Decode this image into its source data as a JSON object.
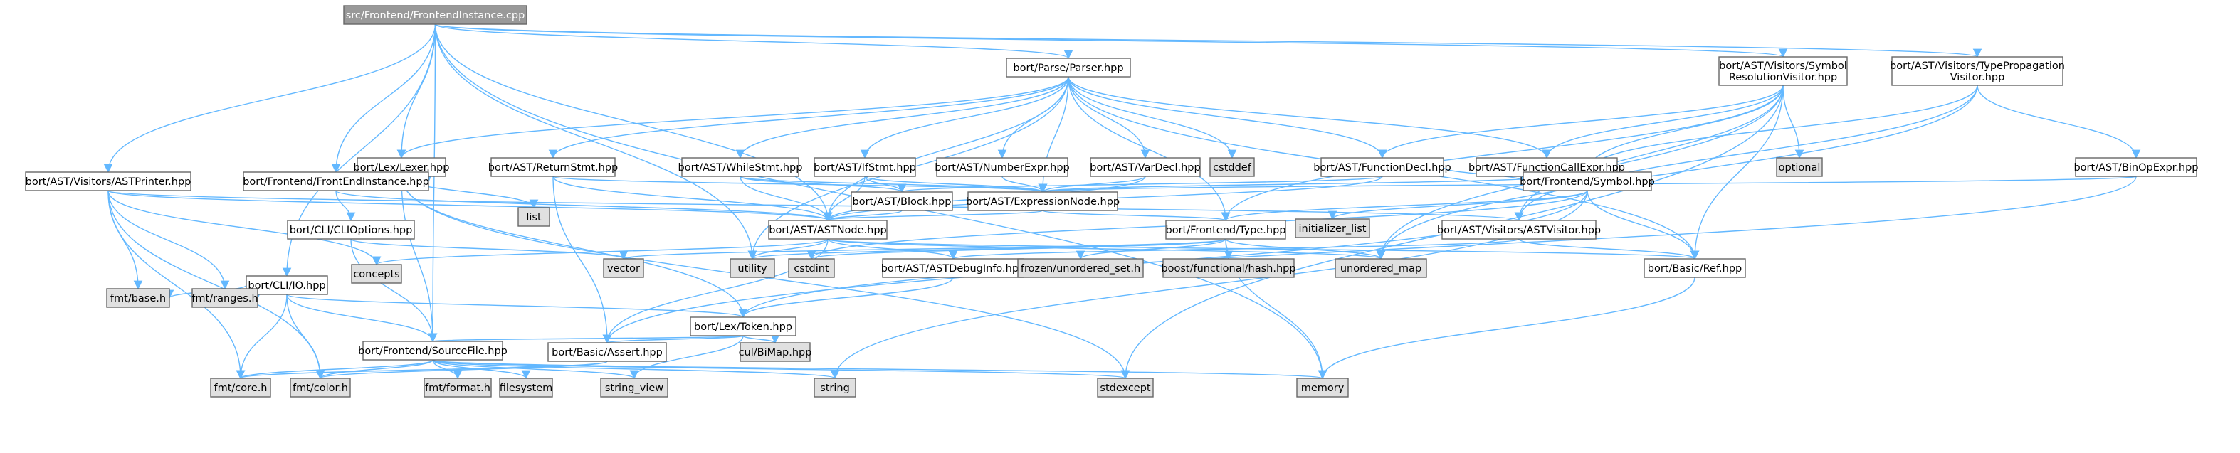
{
  "colors": {
    "root_fill": "#999999",
    "project_fill": "#ffffff",
    "system_fill": "#e0e0e0",
    "border": "#666666",
    "highlight_border": "#ff0000",
    "edge": "#63b8ff"
  },
  "nodes": [
    {
      "id": "n0",
      "label": "src/Frontend/FrontendInstance.cpp",
      "kind": "root"
    },
    {
      "id": "n1",
      "label": "bort/Parse/Parser.hpp",
      "kind": "project"
    },
    {
      "id": "n2",
      "label": "bort/AST/Visitors/Symbol\nResolutionVisitor.hpp",
      "kind": "project"
    },
    {
      "id": "n3",
      "label": "bort/AST/Visitors/TypePropagation\nVisitor.hpp",
      "kind": "project"
    },
    {
      "id": "n4",
      "label": "bort/Lex/Lexer.hpp",
      "kind": "project"
    },
    {
      "id": "n5",
      "label": "bort/AST/ReturnStmt.hpp",
      "kind": "project"
    },
    {
      "id": "n6",
      "label": "bort/AST/WhileStmt.hpp",
      "kind": "project"
    },
    {
      "id": "n7",
      "label": "bort/AST/IfStmt.hpp",
      "kind": "project"
    },
    {
      "id": "n8",
      "label": "bort/AST/NumberExpr.hpp",
      "kind": "project"
    },
    {
      "id": "n9",
      "label": "bort/AST/VarDecl.hpp",
      "kind": "project"
    },
    {
      "id": "n10",
      "label": "cstddef",
      "kind": "system"
    },
    {
      "id": "n11",
      "label": "bort/AST/FunctionDecl.hpp",
      "kind": "project"
    },
    {
      "id": "n12",
      "label": "bort/AST/FunctionCallExpr.hpp",
      "kind": "project"
    },
    {
      "id": "n13",
      "label": "optional",
      "kind": "system"
    },
    {
      "id": "n14",
      "label": "bort/AST/BinOpExpr.hpp",
      "kind": "project"
    },
    {
      "id": "n15",
      "label": "bort/AST/Visitors/ASTPrinter.hpp",
      "kind": "project"
    },
    {
      "id": "n16",
      "label": "bort/Frontend/FrontEndInstance.hpp",
      "kind": "project"
    },
    {
      "id": "n17",
      "label": "list",
      "kind": "system"
    },
    {
      "id": "n18",
      "label": "bort/AST/Block.hpp",
      "kind": "project"
    },
    {
      "id": "n19",
      "label": "bort/AST/ExpressionNode.hpp",
      "kind": "project"
    },
    {
      "id": "n20",
      "label": "bort/Frontend/Symbol.hpp",
      "kind": "project"
    },
    {
      "id": "n21",
      "label": "bort/CLI/CLIOptions.hpp",
      "kind": "project"
    },
    {
      "id": "n22",
      "label": "bort/AST/ASTNode.hpp",
      "kind": "project"
    },
    {
      "id": "n23",
      "label": "bort/Frontend/Type.hpp",
      "kind": "project"
    },
    {
      "id": "n24",
      "label": "initializer_list",
      "kind": "system"
    },
    {
      "id": "n25",
      "label": "bort/AST/Visitors/ASTVisitor.hpp",
      "kind": "project"
    },
    {
      "id": "n26",
      "label": "bort/CLI/IO.hpp",
      "kind": "project"
    },
    {
      "id": "n27",
      "label": "concepts",
      "kind": "system"
    },
    {
      "id": "n28",
      "label": "vector",
      "kind": "system"
    },
    {
      "id": "n29",
      "label": "utility",
      "kind": "system"
    },
    {
      "id": "n30",
      "label": "cstdint",
      "kind": "system"
    },
    {
      "id": "n31",
      "label": "bort/AST/ASTDebugInfo.hpp",
      "kind": "project"
    },
    {
      "id": "n32",
      "label": "frozen/unordered_set.h",
      "kind": "system"
    },
    {
      "id": "n33",
      "label": "boost/functional/hash.hpp",
      "kind": "system"
    },
    {
      "id": "n34",
      "label": "unordered_map",
      "kind": "system"
    },
    {
      "id": "n35",
      "label": "bort/Basic/Ref.hpp",
      "kind": "project"
    },
    {
      "id": "n36",
      "label": "fmt/base.h",
      "kind": "system"
    },
    {
      "id": "n37",
      "label": "fmt/ranges.h",
      "kind": "system"
    },
    {
      "id": "n38",
      "label": "bort/Lex/Token.hpp",
      "kind": "highlight"
    },
    {
      "id": "n39",
      "label": "bort/Frontend/SourceFile.hpp",
      "kind": "project"
    },
    {
      "id": "n40",
      "label": "bort/Basic/Assert.hpp",
      "kind": "highlight"
    },
    {
      "id": "n41",
      "label": "cul/BiMap.hpp",
      "kind": "system"
    },
    {
      "id": "n42",
      "label": "fmt/core.h",
      "kind": "system"
    },
    {
      "id": "n43",
      "label": "fmt/color.h",
      "kind": "system"
    },
    {
      "id": "n44",
      "label": "fmt/format.h",
      "kind": "system"
    },
    {
      "id": "n45",
      "label": "filesystem",
      "kind": "system"
    },
    {
      "id": "n46",
      "label": "string_view",
      "kind": "system"
    },
    {
      "id": "n47",
      "label": "string",
      "kind": "system"
    },
    {
      "id": "n48",
      "label": "stdexcept",
      "kind": "system"
    },
    {
      "id": "n49",
      "label": "memory",
      "kind": "system"
    }
  ],
  "edges": [
    [
      "n0",
      "n1"
    ],
    [
      "n0",
      "n2"
    ],
    [
      "n0",
      "n3"
    ],
    [
      "n0",
      "n4"
    ],
    [
      "n0",
      "n15"
    ],
    [
      "n0",
      "n16"
    ],
    [
      "n0",
      "n26"
    ],
    [
      "n0",
      "n39"
    ],
    [
      "n0",
      "n22"
    ],
    [
      "n0",
      "n29"
    ],
    [
      "n0",
      "n49"
    ],
    [
      "n1",
      "n4"
    ],
    [
      "n1",
      "n5"
    ],
    [
      "n1",
      "n6"
    ],
    [
      "n1",
      "n7"
    ],
    [
      "n1",
      "n8"
    ],
    [
      "n1",
      "n9"
    ],
    [
      "n1",
      "n10"
    ],
    [
      "n1",
      "n11"
    ],
    [
      "n1",
      "n12"
    ],
    [
      "n1",
      "n19"
    ],
    [
      "n1",
      "n22"
    ],
    [
      "n1",
      "n23"
    ],
    [
      "n1",
      "n35"
    ],
    [
      "n1",
      "n29"
    ],
    [
      "n2",
      "n11"
    ],
    [
      "n2",
      "n12"
    ],
    [
      "n2",
      "n13"
    ],
    [
      "n2",
      "n20"
    ],
    [
      "n2",
      "n25"
    ],
    [
      "n2",
      "n23"
    ],
    [
      "n2",
      "n34"
    ],
    [
      "n2",
      "n35"
    ],
    [
      "n2",
      "n48"
    ],
    [
      "n3",
      "n14"
    ],
    [
      "n3",
      "n20"
    ],
    [
      "n3",
      "n25"
    ],
    [
      "n3",
      "n34"
    ],
    [
      "n4",
      "n16"
    ],
    [
      "n4",
      "n17"
    ],
    [
      "n4",
      "n38"
    ],
    [
      "n4",
      "n39"
    ],
    [
      "n4",
      "n48"
    ],
    [
      "n5",
      "n22"
    ],
    [
      "n5",
      "n19"
    ],
    [
      "n5",
      "n40"
    ],
    [
      "n6",
      "n18"
    ],
    [
      "n6",
      "n22"
    ],
    [
      "n6",
      "n19"
    ],
    [
      "n7",
      "n18"
    ],
    [
      "n7",
      "n22"
    ],
    [
      "n7",
      "n19"
    ],
    [
      "n8",
      "n19"
    ],
    [
      "n9",
      "n19"
    ],
    [
      "n9",
      "n22"
    ],
    [
      "n11",
      "n18"
    ],
    [
      "n11",
      "n20"
    ],
    [
      "n11",
      "n22"
    ],
    [
      "n12",
      "n19"
    ],
    [
      "n12",
      "n20"
    ],
    [
      "n14",
      "n19"
    ],
    [
      "n14",
      "n38"
    ],
    [
      "n15",
      "n22"
    ],
    [
      "n15",
      "n25"
    ],
    [
      "n15",
      "n36"
    ],
    [
      "n15",
      "n37"
    ],
    [
      "n15",
      "n42"
    ],
    [
      "n15",
      "n43"
    ],
    [
      "n15",
      "n27"
    ],
    [
      "n16",
      "n21"
    ],
    [
      "n16",
      "n22"
    ],
    [
      "n18",
      "n22"
    ],
    [
      "n19",
      "n22"
    ],
    [
      "n19",
      "n23"
    ],
    [
      "n20",
      "n23"
    ],
    [
      "n20",
      "n24"
    ],
    [
      "n20",
      "n35"
    ],
    [
      "n20",
      "n47"
    ],
    [
      "n20",
      "n40"
    ],
    [
      "n20",
      "n30"
    ],
    [
      "n21",
      "n28"
    ],
    [
      "n21",
      "n39"
    ],
    [
      "n22",
      "n27"
    ],
    [
      "n22",
      "n29"
    ],
    [
      "n22",
      "n31"
    ],
    [
      "n22",
      "n34"
    ],
    [
      "n22",
      "n35"
    ],
    [
      "n22",
      "n40"
    ],
    [
      "n23",
      "n28"
    ],
    [
      "n23",
      "n29"
    ],
    [
      "n23",
      "n30"
    ],
    [
      "n23",
      "n32"
    ],
    [
      "n23",
      "n33"
    ],
    [
      "n23",
      "n34"
    ],
    [
      "n23",
      "n49"
    ],
    [
      "n25",
      "n35"
    ],
    [
      "n25",
      "n31"
    ],
    [
      "n26",
      "n36"
    ],
    [
      "n26",
      "n37"
    ],
    [
      "n26",
      "n38"
    ],
    [
      "n26",
      "n39"
    ],
    [
      "n26",
      "n42"
    ],
    [
      "n26",
      "n43"
    ],
    [
      "n31",
      "n38"
    ],
    [
      "n35",
      "n49"
    ],
    [
      "n38",
      "n39"
    ],
    [
      "n38",
      "n40"
    ],
    [
      "n38",
      "n41"
    ],
    [
      "n38",
      "n46"
    ],
    [
      "n39",
      "n42"
    ],
    [
      "n39",
      "n43"
    ],
    [
      "n39",
      "n44"
    ],
    [
      "n39",
      "n45"
    ],
    [
      "n39",
      "n46"
    ],
    [
      "n39",
      "n47"
    ],
    [
      "n39",
      "n48"
    ],
    [
      "n39",
      "n49"
    ],
    [
      "n40",
      "n42"
    ],
    [
      "n40",
      "n43"
    ]
  ]
}
